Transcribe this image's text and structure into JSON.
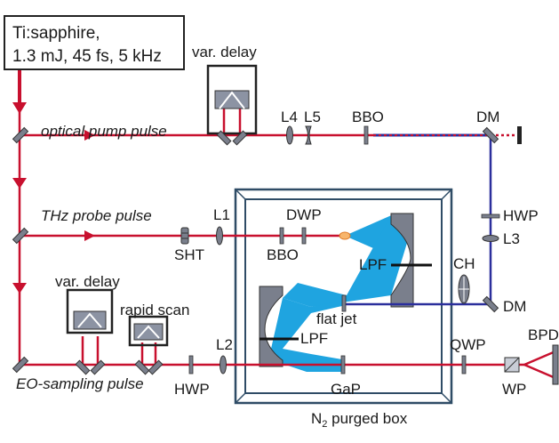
{
  "colors": {
    "beam_red": "#c8102e",
    "beam_blue": "#2b2f9c",
    "thz_blue": "#1fa4e0",
    "optic_gray": "#7a7f8c",
    "box_stroke": "#2f4c66"
  },
  "labels": {
    "source_line1": "Ti:sapphire,",
    "source_line2": "1.3 mJ, 45 fs, 5 kHz",
    "var_delay_top": "var. delay",
    "var_delay_bottom": "var. delay",
    "rapid_scan": "rapid scan",
    "optical_pump_pulse": "optical pump pulse",
    "thz_probe_pulse": "THz probe pulse",
    "eo_sampling_pulse": "EO-sampling pulse",
    "L1": "L1",
    "L2": "L2",
    "L3": "L3",
    "L4": "L4",
    "L5": "L5",
    "BBO_top": "BBO",
    "BBO_mid": "BBO",
    "DM_top": "DM",
    "DM_bottom": "DM",
    "HWP_right": "HWP",
    "HWP_bottom": "HWP",
    "SHT": "SHT",
    "DWP": "DWP",
    "LPF_top": "LPF",
    "LPF_bottom": "LPF",
    "CH": "CH",
    "flat_jet": "flat jet",
    "GaP": "GaP",
    "QWP": "QWP",
    "WP": "WP",
    "BPD": "BPD",
    "box_label_main": "N",
    "box_label_sub": "2",
    "box_label_rest": " purged box"
  }
}
